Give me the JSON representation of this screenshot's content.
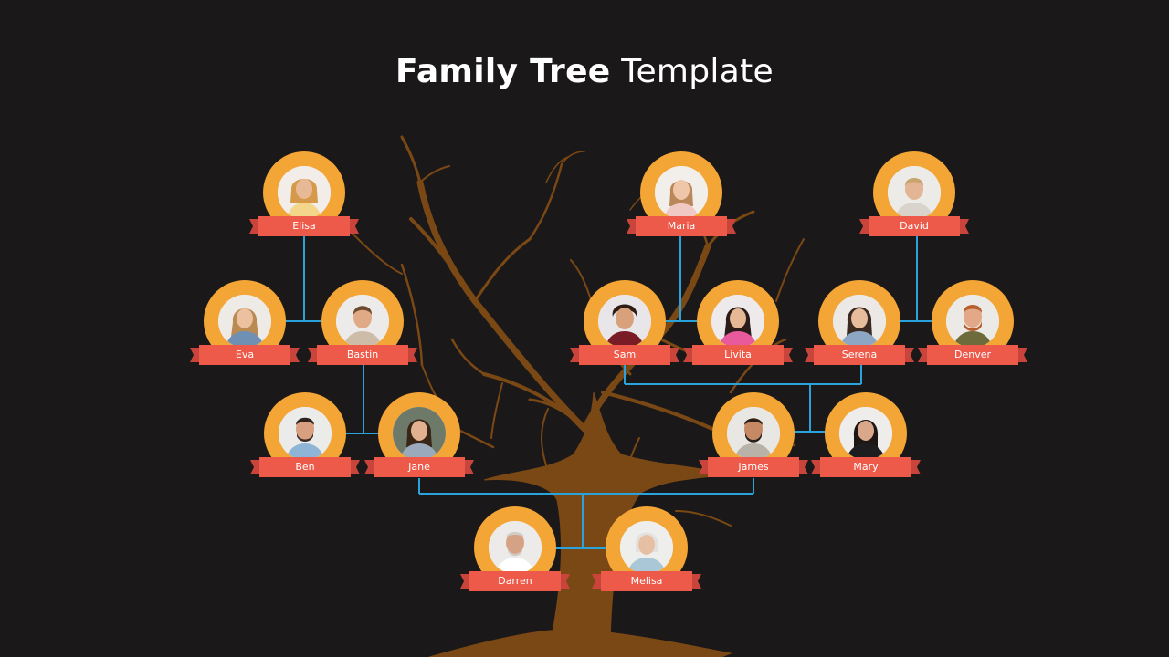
{
  "title": {
    "bold": "Family Tree",
    "light": "Template"
  },
  "colors": {
    "background": "#1b1819",
    "ring": "#f3a535",
    "ribbon": "#ee5a4a",
    "ribbon_dark": "#c9443a",
    "connector": "#2aa3dc",
    "trunk": "#7a4814"
  },
  "members": {
    "elisa": {
      "name": "Elisa",
      "photo": "girl-portrait"
    },
    "maria": {
      "name": "Maria",
      "photo": "girl-portrait"
    },
    "david": {
      "name": "David",
      "photo": "boy-portrait"
    },
    "eva": {
      "name": "Eva",
      "photo": "woman-portrait"
    },
    "bastin": {
      "name": "Bastin",
      "photo": "man-portrait"
    },
    "sam": {
      "name": "Sam",
      "photo": "man-portrait"
    },
    "livita": {
      "name": "Livita",
      "photo": "woman-portrait"
    },
    "serena": {
      "name": "Serena",
      "photo": "woman-portrait"
    },
    "denver": {
      "name": "Denver",
      "photo": "man-portrait"
    },
    "ben": {
      "name": "Ben",
      "photo": "man-portrait"
    },
    "jane": {
      "name": "Jane",
      "photo": "woman-portrait"
    },
    "james": {
      "name": "James",
      "photo": "man-portrait"
    },
    "mary": {
      "name": "Mary",
      "photo": "woman-portrait"
    },
    "darren": {
      "name": "Darren",
      "photo": "elder-man-portrait"
    },
    "melisa": {
      "name": "Melisa",
      "photo": "elder-woman-portrait"
    }
  }
}
